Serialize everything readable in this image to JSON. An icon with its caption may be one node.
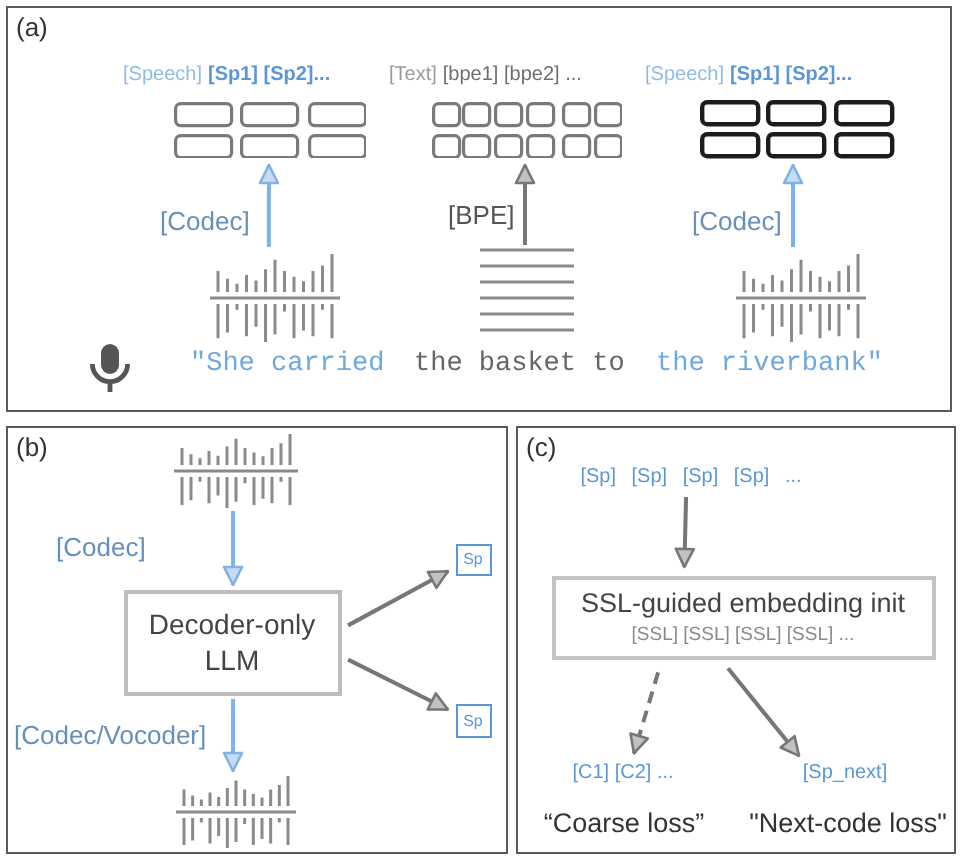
{
  "diagram": {
    "nodes": [
      {
        "text": [
          "(a)"
        ]
      },
      {
        "text": [
          "[Speech]",
          "[Sp1] [Sp2]..."
        ],
        "in": 0
      },
      {
        "text": [
          "[Text]",
          "[bpe1] [bpe2] ..."
        ],
        "in": 0
      },
      {
        "text": [
          "[Speech]",
          "[Sp1] [Sp2]..."
        ],
        "in": 0
      },
      {
        "text": [],
        "shape": "picture",
        "in": 0
      },
      {
        "text": [],
        "shape": "picture",
        "in": 0
      },
      {
        "text": [],
        "shape": "picture",
        "in": 0
      },
      {
        "text": [
          "(b)"
        ]
      },
      {
        "text": [],
        "shape": "picture",
        "in": 7
      },
      {
        "text": [
          "Decoder-only LLM"
        ],
        "in": 7
      },
      {
        "text": [
          "Sp"
        ],
        "in": 7
      },
      {
        "text": [
          "Sp"
        ],
        "in": 7
      },
      {
        "text": [],
        "shape": "picture",
        "in": 7
      },
      {
        "text": [
          "(c)"
        ]
      },
      {
        "text": [
          "[Sp] [Sp] [Sp] [Sp] ..."
        ],
        "in": 13
      },
      {
        "text": [
          "SSL-guided embedding init",
          "[SSL] [SSL] [SSL] [SSL] ..."
        ],
        "in": 13
      },
      {
        "text": [
          "[C1] [C2] ..."
        ],
        "in": 13,
        "beside": [
          "“Coarse loss”"
        ]
      },
      {
        "text": [
          "[Sp_next]"
        ],
        "in": 13,
        "beside": [
          "\"Next-code loss\""
        ]
      }
    ],
    "edges": [
      {
        "from": 4,
        "to": 1,
        "arrow": "to",
        "label": "[Codec]",
        "color": "#7fb2e5"
      },
      {
        "from": 5,
        "to": 2,
        "arrow": "to",
        "label": "[BPE]"
      },
      {
        "from": 6,
        "to": 3,
        "arrow": "to",
        "label": "[Codec]",
        "color": "#7fb2e5"
      },
      {
        "from": 8,
        "to": 9,
        "arrow": "to",
        "label": "[Codec]",
        "color": "#7fb2e5"
      },
      {
        "from": 9,
        "to": 12,
        "arrow": "to",
        "label": "[Codec/Vocoder]",
        "color": "#7fb2e5"
      },
      {
        "from": 9,
        "to": 10,
        "arrow": "to"
      },
      {
        "from": 9,
        "to": 11,
        "arrow": "to"
      },
      {
        "from": 14,
        "to": 15,
        "arrow": "to"
      },
      {
        "from": 15,
        "to": 16,
        "arrow": "to",
        "style": "dashed"
      },
      {
        "from": 15,
        "to": 17,
        "arrow": "to"
      }
    ],
    "labels": [
      "\"She carried",
      "the basket to",
      "the riverbank\""
    ]
  }
}
